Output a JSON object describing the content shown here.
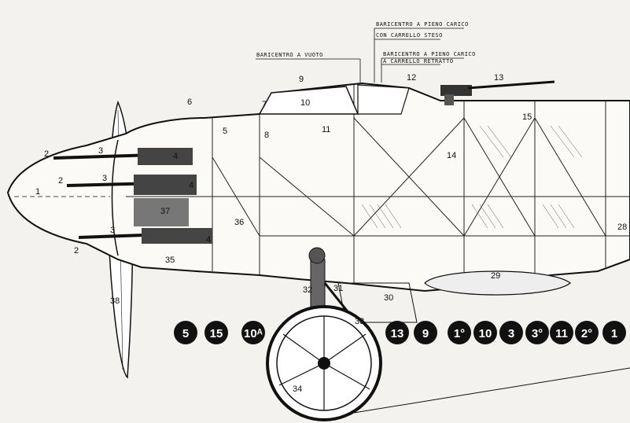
{
  "cg_labels": {
    "empty": "BARICENTRO A VUOTO",
    "full_gear_down_line1": "BARICENTRO A PIENO CARICO",
    "full_gear_down_line2": "CON CARRELLO STESO",
    "full_gear_up_line1": "BARICENTRO A PIENO CARICO",
    "full_gear_up_line2": "A CARRELLO RETRATTO"
  },
  "callouts": {
    "n1": "1",
    "n2a": "2",
    "n2b": "2",
    "n2c": "2",
    "n3a": "3",
    "n3b": "3",
    "n3c": "3",
    "n4a": "4",
    "n4b": "4",
    "n4c": "4",
    "n5": "5",
    "n6": "6",
    "n7": "7",
    "n8": "8",
    "n9": "9",
    "n10": "10",
    "n11": "11",
    "n12": "12",
    "n13": "13",
    "n14": "14",
    "n15": "15",
    "n28": "28",
    "n29": "29",
    "n30": "30",
    "n31": "31",
    "n32": "32",
    "n33": "33",
    "n34": "34",
    "n35": "35",
    "n36": "36",
    "n37": "37",
    "n38": "38"
  },
  "badges": [
    "5",
    "15",
    "10ᴬ",
    "13",
    "9",
    "1°",
    "10",
    "3",
    "3°",
    "11",
    "2°",
    "1"
  ]
}
